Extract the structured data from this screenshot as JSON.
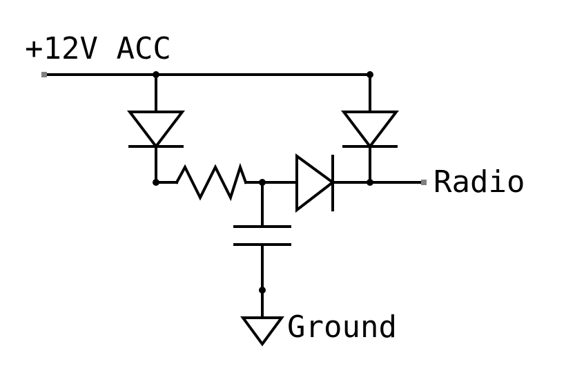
{
  "labels": {
    "supply": "+12V ACC",
    "output": "Radio",
    "ground": "Ground"
  },
  "colors": {
    "wire": "#000000",
    "terminal": "#808080",
    "background": "#ffffff"
  }
}
